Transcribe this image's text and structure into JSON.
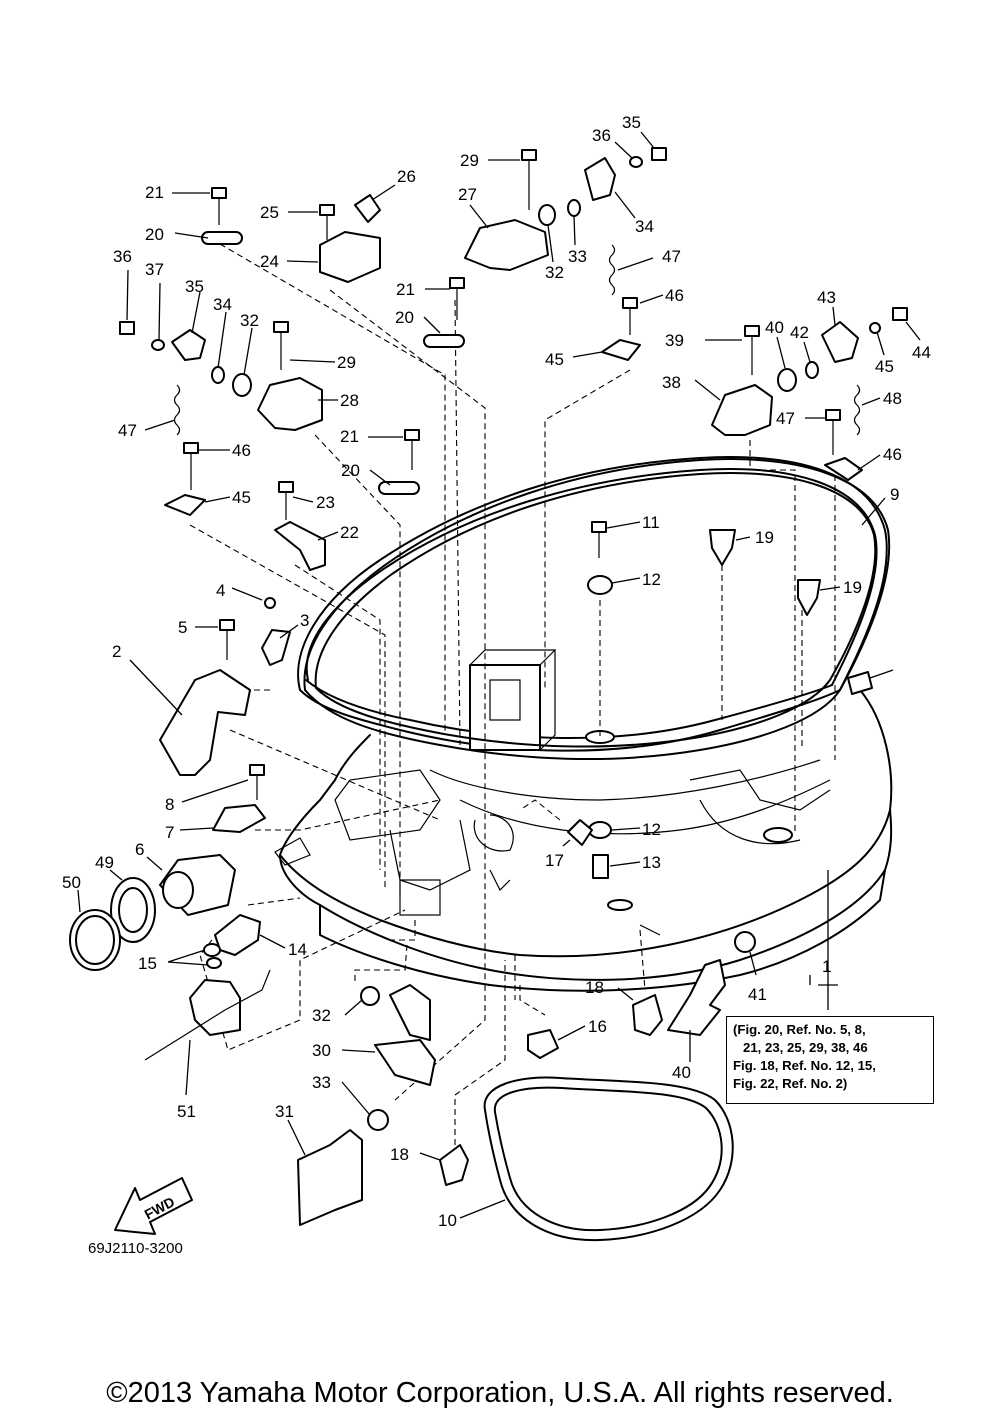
{
  "diagram_code": "69J2110-3200",
  "copyright": "©2013 Yamaha Motor Corporation, U.S.A. All rights reserved.",
  "fwd_label": "FWD",
  "note_lines": [
    "(Fig. 20, Ref. No. 5, 8,",
    "21, 23, 25, 29, 38, 46",
    "Fig. 18, Ref. No. 12, 15,",
    "Fig. 22, Ref. No. 2)"
  ],
  "callouts": [
    "1",
    "2",
    "3",
    "4",
    "5",
    "6",
    "7",
    "8",
    "9",
    "10",
    "11",
    "12",
    "12",
    "13",
    "14",
    "15",
    "16",
    "17",
    "18",
    "18",
    "19",
    "19",
    "20",
    "20",
    "20",
    "21",
    "21",
    "21",
    "22",
    "23",
    "24",
    "25",
    "26",
    "27",
    "28",
    "29",
    "29",
    "30",
    "31",
    "32",
    "32",
    "32",
    "33",
    "33",
    "34",
    "34",
    "35",
    "35",
    "36",
    "36",
    "37",
    "38",
    "39",
    "40",
    "40",
    "41",
    "42",
    "43",
    "44",
    "45",
    "45",
    "45",
    "46",
    "46",
    "46",
    "47",
    "47",
    "47",
    "48",
    "49",
    "50",
    "51"
  ]
}
